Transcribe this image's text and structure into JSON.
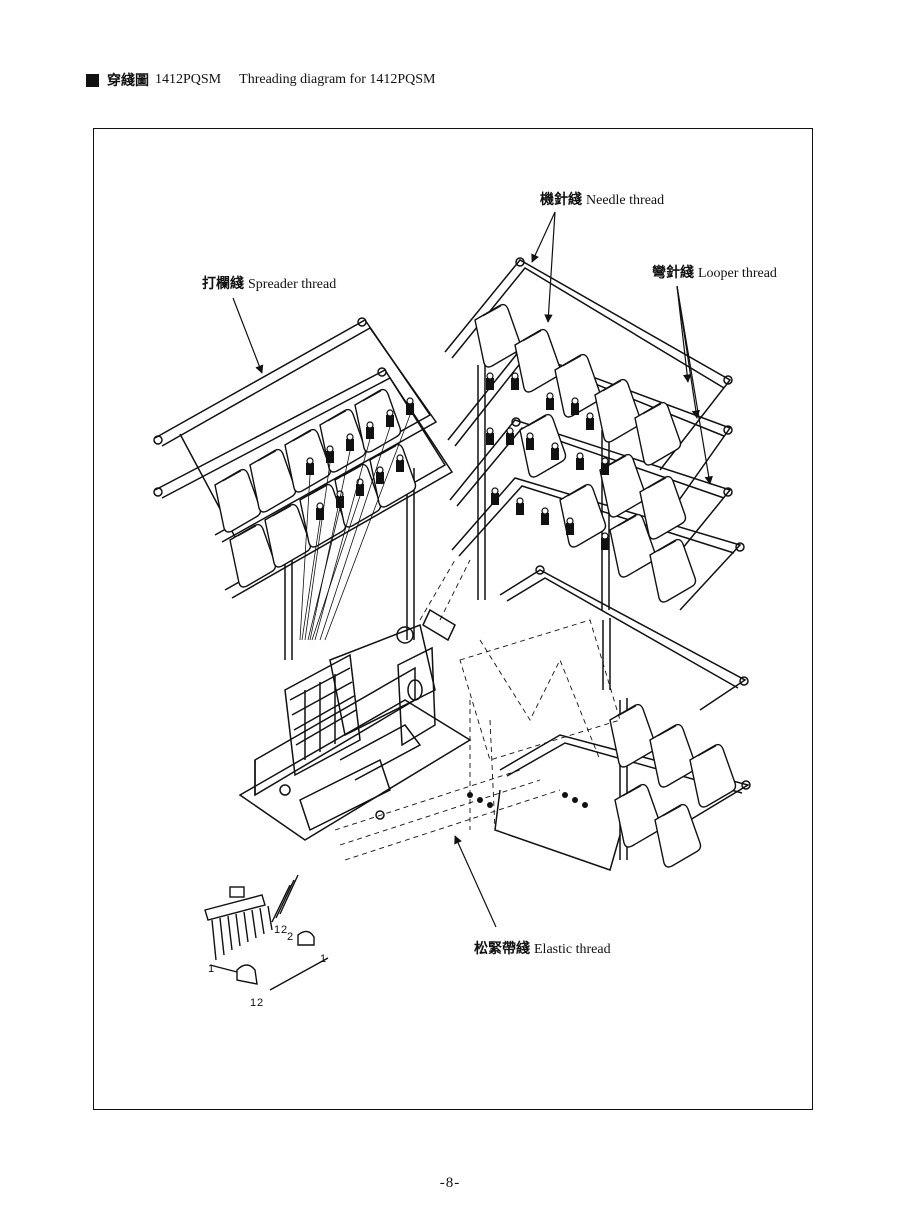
{
  "header": {
    "title_zh": "穿綫圖",
    "model": "1412PQSM",
    "title_en": "Threading diagram for 1412PQSM"
  },
  "labels": {
    "needle": {
      "zh": "機針綫",
      "en": "Needle thread"
    },
    "looper": {
      "zh": "彎針綫",
      "en": "Looper thread"
    },
    "spreader": {
      "zh": "打欄綫",
      "en": "Spreader thread"
    },
    "elastic": {
      "zh": "松緊帶綫",
      "en": "Elastic thread"
    }
  },
  "detail_numbers": {
    "n1": "1",
    "n2": "2",
    "n3": "1",
    "n4": "2",
    "n5": "1",
    "n6": "1",
    "n7": "2"
  },
  "page_number": "-8-"
}
